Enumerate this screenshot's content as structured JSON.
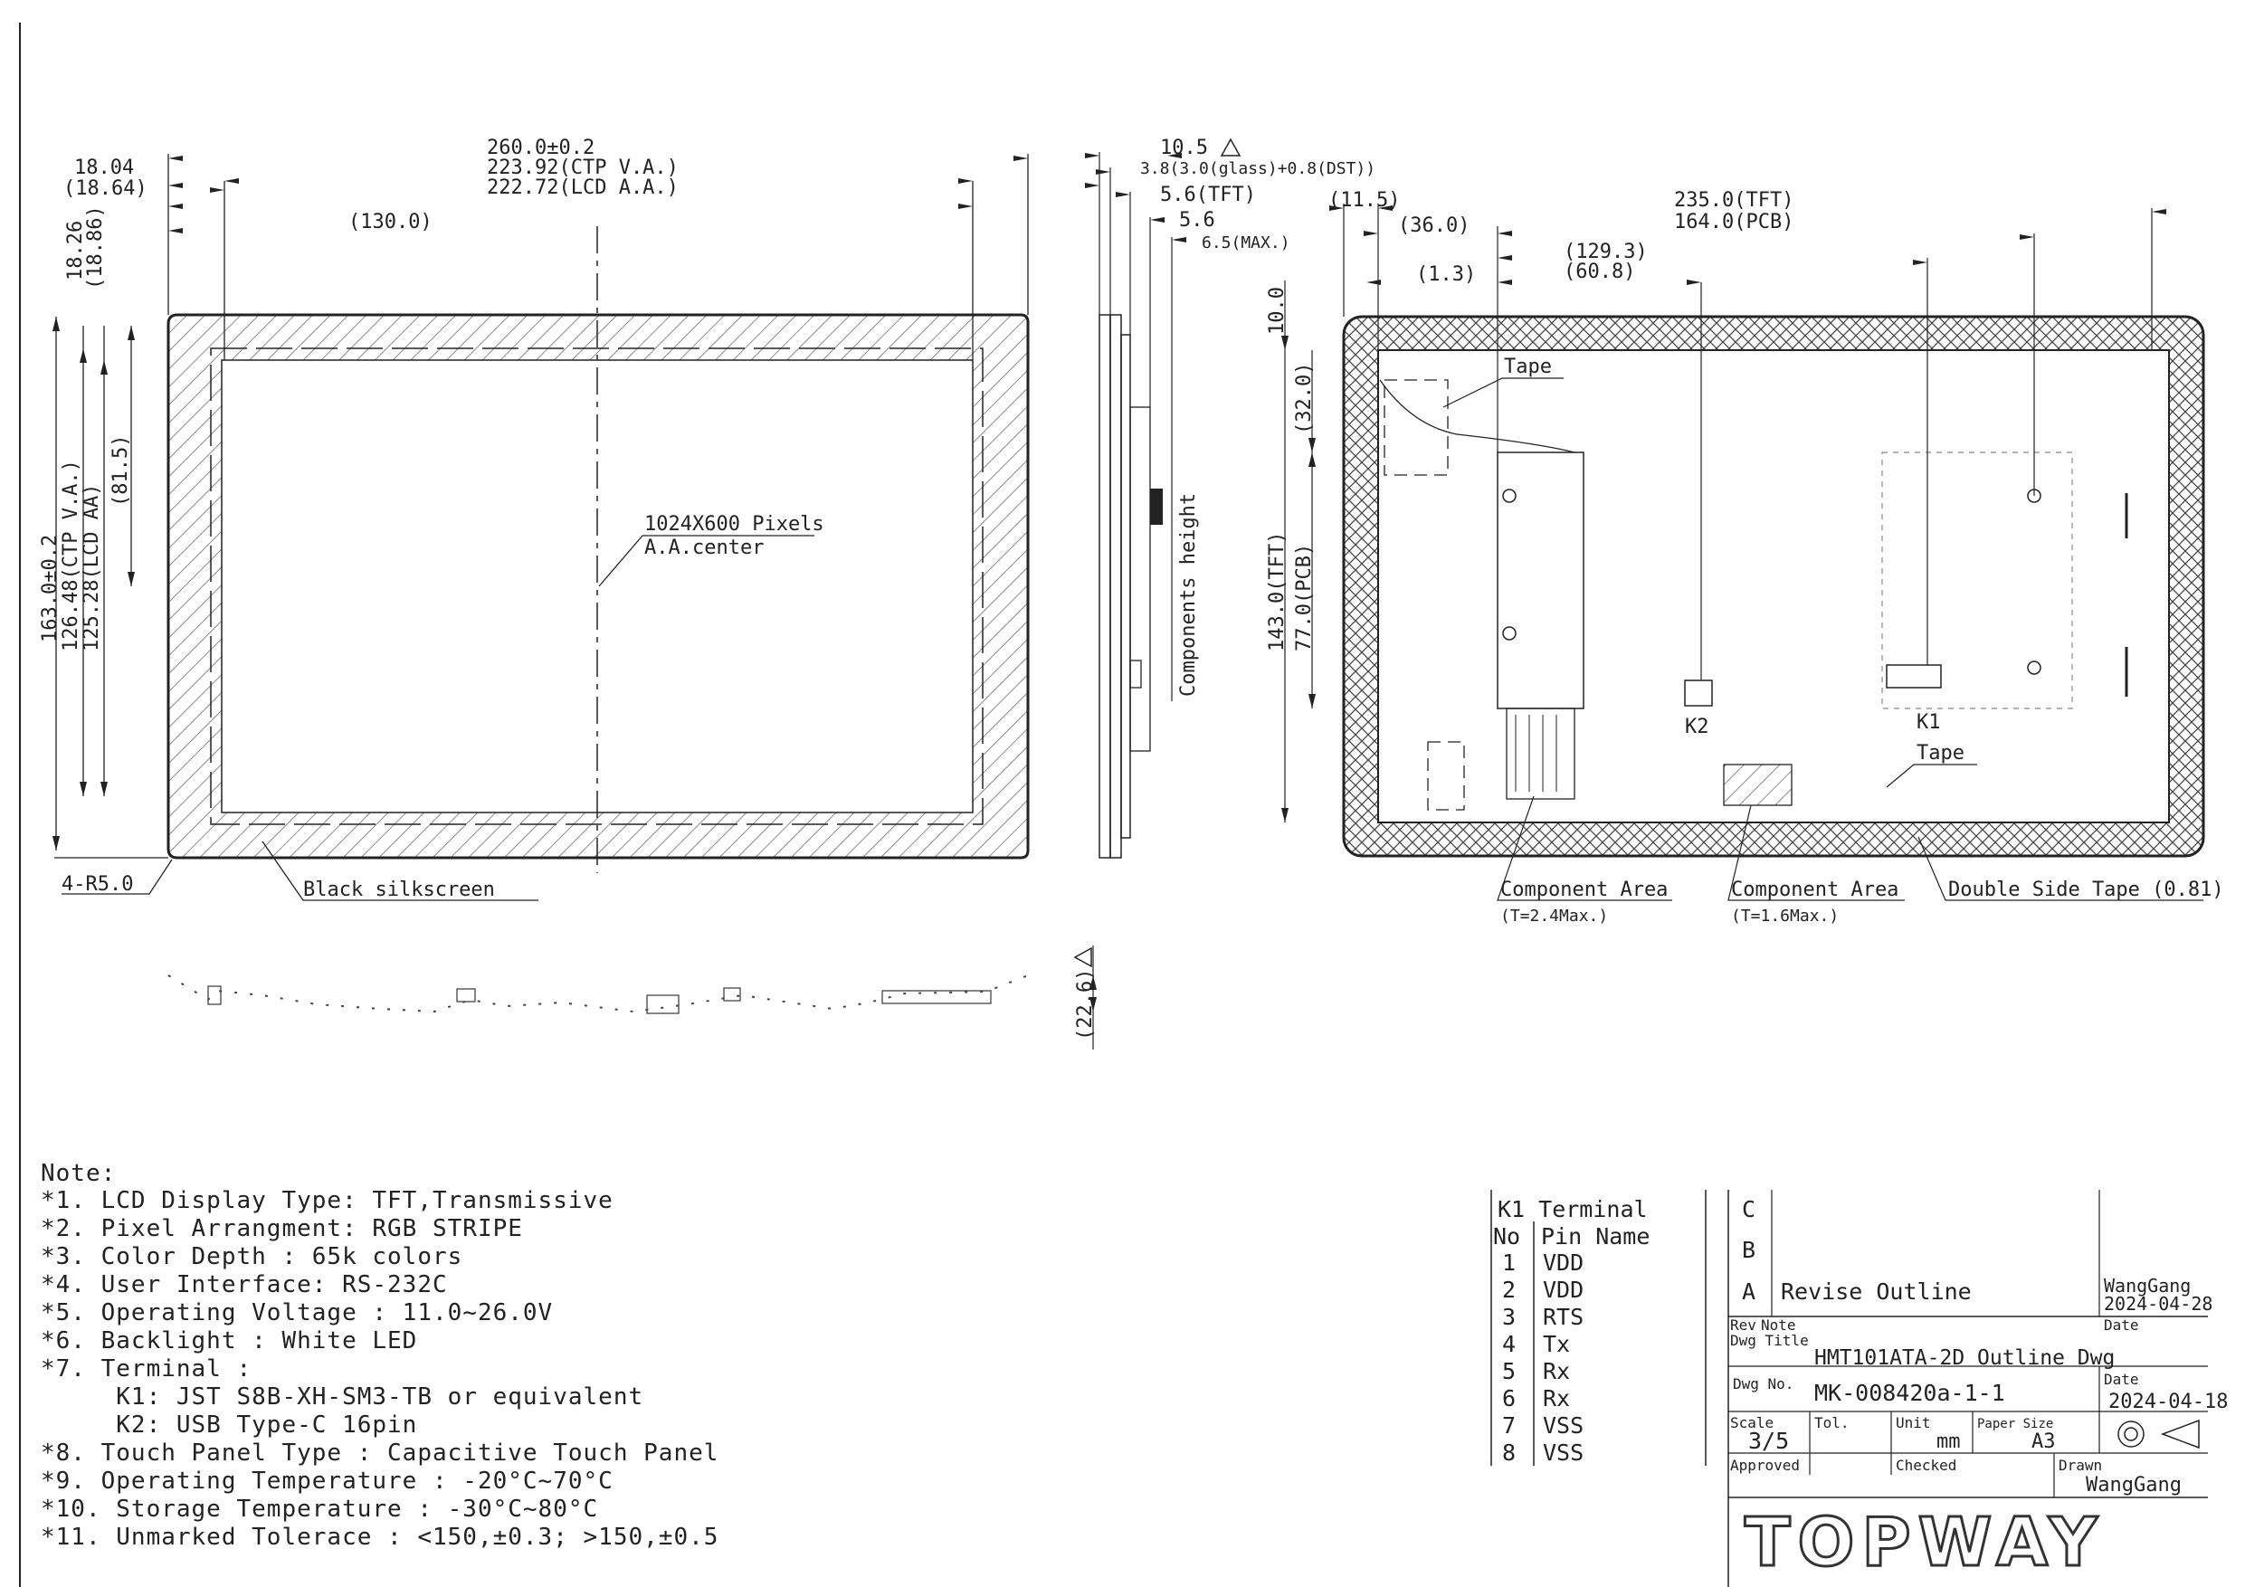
{
  "front_view": {
    "width_label": "260.0±0.2",
    "ctp_va_label": "223.92(CTP V.A.)",
    "lcd_aa_label": "222.72(LCD A.A.)",
    "half_width_label": "(130.0)",
    "top_offset_1": "18.04",
    "top_offset_2": "(18.64)",
    "left_offset_1": "18.26",
    "left_offset_2": "(18.86)",
    "height_label": "163.0±0.2",
    "ctp_va_height_label": "126.48(CTP V.A.)",
    "lcd_aa_height_label": "125.28(LCD AA)",
    "half_height_label": "(81.5)",
    "pixels_label": "1024X600 Pixels",
    "center_label": "A.A.center",
    "radius_label": "4-R5.0",
    "silkscreen_label": "Black silkscreen"
  },
  "side_view": {
    "thickness_label": "10.5",
    "glass_label": "3.8(3.0(glass)+0.8(DST))",
    "tft_label": "5.6(TFT)",
    "mid_label": "5.6",
    "max_label": "6.5(MAX.)",
    "component_height_label": "Components height"
  },
  "back_view": {
    "edge_label": "(11.5)",
    "offset_36": "(36.0)",
    "offset_1_3": "(1.3)",
    "tft_width_label": "235.0(TFT)",
    "pcb_width_label": "164.0(PCB)",
    "pos_129": "(129.3)",
    "pos_60": "(60.8)",
    "top_gap_label": "10.0",
    "tft_height_label": "143.0(TFT)",
    "pcb_height_label": "77.0(PCB)",
    "pcb_offset_label": "(32.0)",
    "tape_label_1": "Tape",
    "tape_label_2": "Tape",
    "k1_label": "K1",
    "k2_label": "K2",
    "component_area_1": "Component Area",
    "component_area_1_sub": "(T=2.4Max.)",
    "component_area_2": "Component Area",
    "component_area_2_sub": "(T=1.6Max.)",
    "double_tape_label": "Double Side Tape (0.81)"
  },
  "bottom_view": {
    "depth_label": "(22.6)"
  },
  "notes": {
    "heading": "Note:",
    "items": [
      "*1. LCD Display Type: TFT,Transmissive",
      "*2. Pixel Arrangment: RGB STRIPE",
      "*3. Color Depth : 65k colors",
      "*4. User Interface: RS-232C",
      "*5. Operating Voltage : 11.0~26.0V",
      "*6. Backlight : White LED",
      "*7. Terminal :",
      "     K1: JST S8B-XH-SM3-TB or equivalent",
      "     K2: USB Type-C 16pin",
      "*8. Touch Panel Type : Capacitive Touch Panel",
      "*9. Operating Temperature : -20°C~70°C",
      "*10. Storage Temperature : -30°C~80°C",
      "*11. Unmarked Tolerace : <150,±0.3; >150,±0.5"
    ]
  },
  "terminal_table": {
    "title": "K1 Terminal",
    "col_no": "No",
    "col_pin": "Pin Name",
    "rows": [
      {
        "no": "1",
        "pin": "VDD"
      },
      {
        "no": "2",
        "pin": "VDD"
      },
      {
        "no": "3",
        "pin": "RTS"
      },
      {
        "no": "4",
        "pin": "Tx"
      },
      {
        "no": "5",
        "pin": "Rx"
      },
      {
        "no": "6",
        "pin": "Rx"
      },
      {
        "no": "7",
        "pin": "VSS"
      },
      {
        "no": "8",
        "pin": "VSS"
      }
    ]
  },
  "title_block": {
    "rev_c": "C",
    "rev_b": "B",
    "rev_a": "A",
    "revise_text": "Revise Outline",
    "rev_author": "WangGang",
    "rev_date": "2024-04-28",
    "rev_label": "Rev",
    "note_label": "Note",
    "date_label": "Date",
    "dwg_title_label": "Dwg Title",
    "dwg_title": "HMT101ATA-2D Outline Dwg",
    "dwg_no_label": "Dwg No.",
    "dwg_no": "MK-008420a-1-1",
    "date_label_2": "Date",
    "date_value": "2024-04-18",
    "scale_label": "Scale",
    "scale_value": "3/5",
    "tol_label": "Tol.",
    "unit_label": "Unit",
    "unit_value": "mm",
    "paper_label": "Paper Size",
    "paper_value": "A3",
    "approved_label": "Approved",
    "checked_label": "Checked",
    "drawn_label": "Drawn",
    "drawn_value": "WangGang",
    "logo_text": "TOPWAY"
  }
}
